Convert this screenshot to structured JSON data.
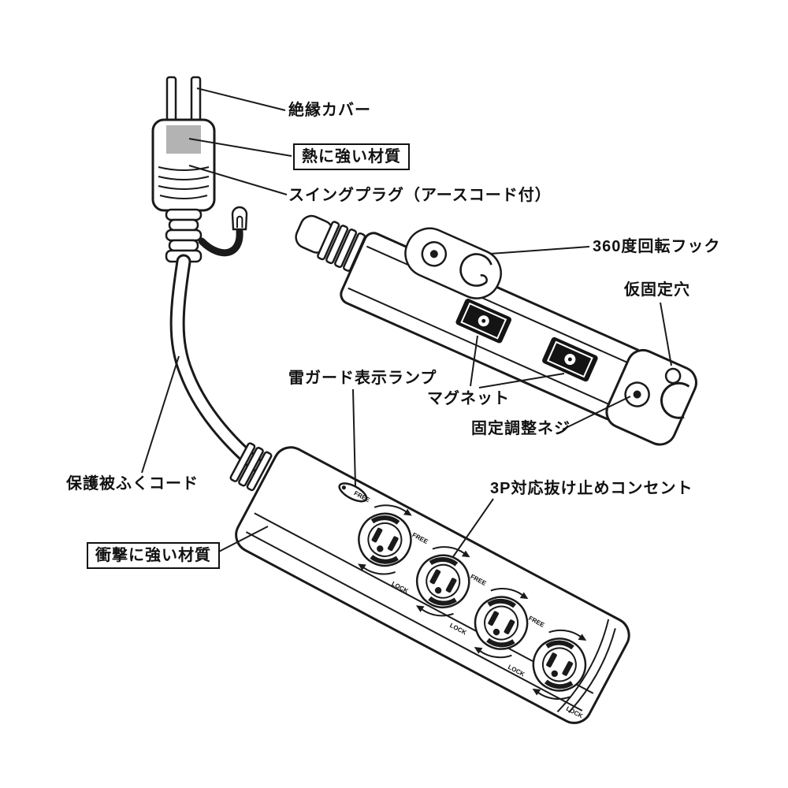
{
  "diagram": {
    "labels": {
      "insulation_cover": "絶縁カバー",
      "heat_resistant": "熱に強い材質",
      "swing_plug": "スイングプラグ（アースコード付）",
      "rotating_hook": "360度回転フック",
      "temp_fix_hole": "仮固定穴",
      "magnet": "マグネット",
      "adjust_screw": "固定調整ネジ",
      "surge_lamp": "雷ガード表示ランプ",
      "outlet_3p": "3P対応抜け止めコンセント",
      "protective_cord": "保護被ふくコード",
      "shock_resistant": "衝撃に強い材質"
    },
    "outlet_markings": {
      "free": "FREE",
      "lock": "LOCK"
    },
    "colors": {
      "line": "#1a1a1a",
      "shade": "#b3b3b3",
      "magnet_fill": "#141414",
      "background": "#ffffff"
    }
  }
}
